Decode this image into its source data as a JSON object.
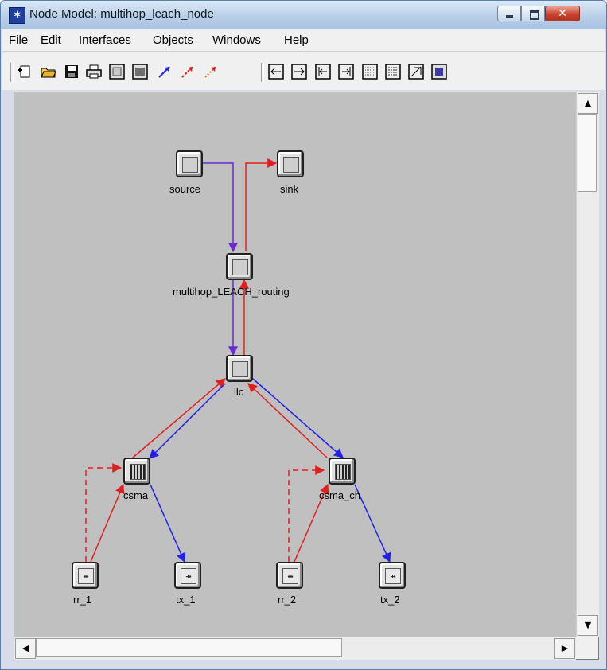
{
  "window": {
    "title": "Node Model: multihop_leach_node",
    "icon": "star-app-icon"
  },
  "title_buttons": {
    "minimize": "minimize-icon",
    "maximize": "maximize-icon",
    "close": "close-icon"
  },
  "menu": [
    "File",
    "Edit",
    "Interfaces",
    "Objects",
    "Windows",
    "Help"
  ],
  "toolbar": [
    "new-icon",
    "open-folder-icon",
    "save-icon",
    "print-icon",
    "processor-module-icon",
    "queue-module-icon",
    "packet-stream-icon",
    "statistic-wire-icon",
    "logical-association-icon",
    "point-to-point-receiver-icon",
    "point-to-point-transmitter-icon",
    "bus-receiver-icon",
    "bus-transmitter-icon",
    "radio-receiver-icon",
    "radio-transmitter-icon",
    "antenna-icon",
    "external-system-icon"
  ],
  "canvas": {
    "background": "#c0c0c0",
    "colors": {
      "packet_stream_red": "#e02020",
      "packet_stream_blue": "#2020e8",
      "packet_stream_purple": "#6a2ad0"
    },
    "nodes": [
      {
        "id": "source",
        "label": "source",
        "kind": "processor"
      },
      {
        "id": "sink",
        "label": "sink",
        "kind": "processor"
      },
      {
        "id": "routing",
        "label": "multihop_LEACH_routing",
        "kind": "processor"
      },
      {
        "id": "llc",
        "label": "llc",
        "kind": "processor"
      },
      {
        "id": "csma",
        "label": "csma",
        "kind": "queue"
      },
      {
        "id": "csma_ch",
        "label": "csma_ch",
        "kind": "queue"
      },
      {
        "id": "rr_1",
        "label": "rr_1",
        "kind": "radio-receiver"
      },
      {
        "id": "tx_1",
        "label": "tx_1",
        "kind": "radio-transmitter"
      },
      {
        "id": "rr_2",
        "label": "rr_2",
        "kind": "radio-receiver"
      },
      {
        "id": "tx_2",
        "label": "tx_2",
        "kind": "radio-transmitter"
      }
    ]
  },
  "scrollbars": {
    "up": "▲",
    "down": "▼",
    "left": "◀",
    "right": "▶"
  }
}
